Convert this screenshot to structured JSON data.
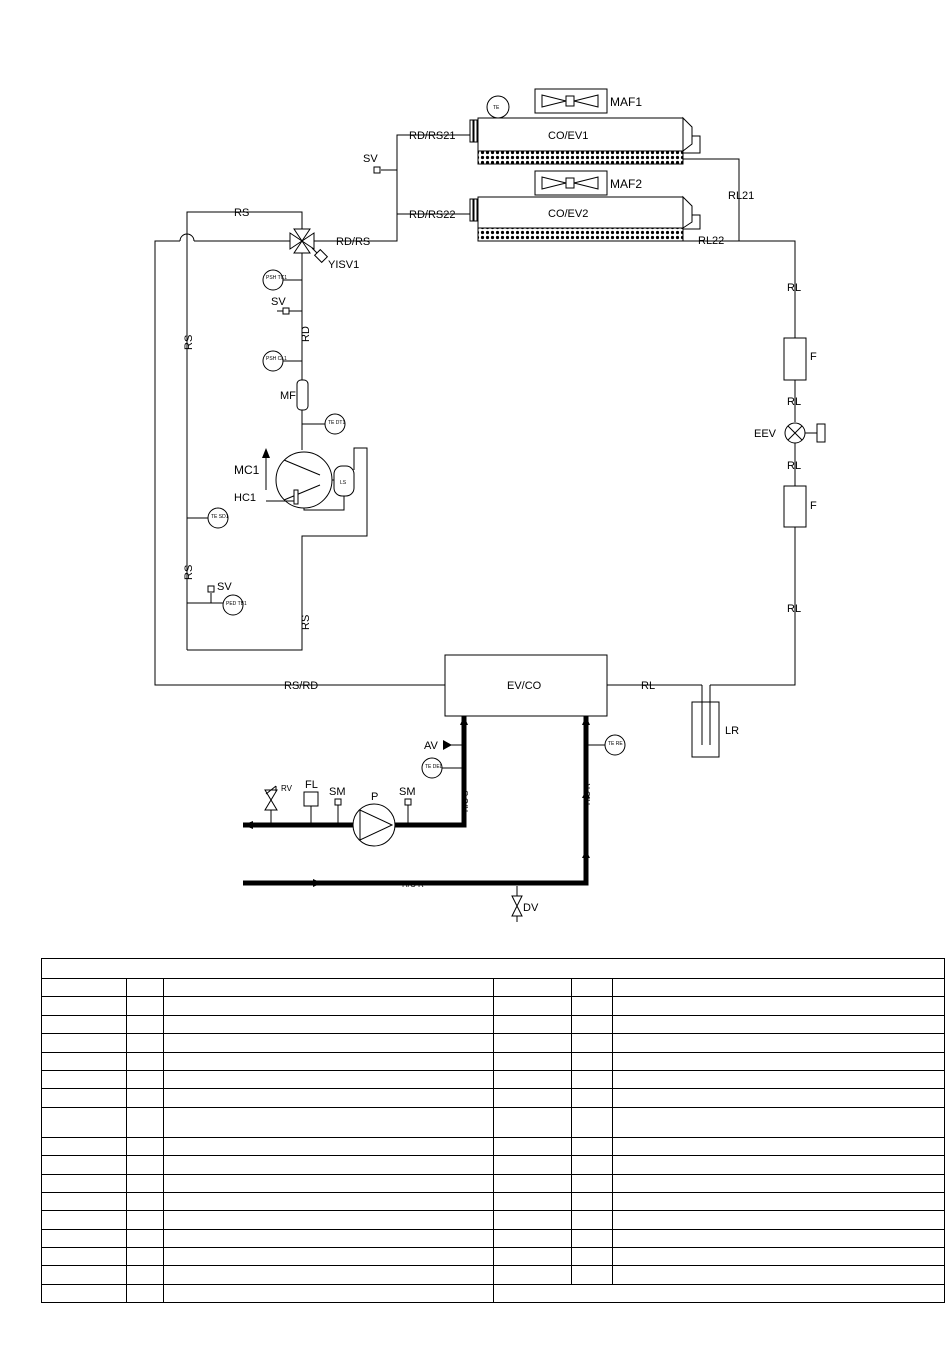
{
  "diagram": {
    "labels": {
      "te_top": "TE",
      "maf1": "MAF1",
      "maf2": "MAF2",
      "co_ev1": "CO/EV1",
      "co_ev2": "CO/EV2",
      "rd_rs21": "RD/RS21",
      "rd_rs22": "RD/RS22",
      "sv_top": "SV",
      "rs_top": "RS",
      "rd_rs": "RD/RS",
      "yisv1": "YISV1",
      "rl21": "RL21",
      "rl22": "RL22",
      "psh_top": "PSH TC1",
      "sv_mid": "SV",
      "rd": "RD",
      "rs_left_upper": "RS",
      "psh_mid": "PSH CL1",
      "mf": "MF",
      "te_dt1": "TE DT1",
      "mc1": "MC1",
      "hc1": "HC1",
      "ls": "LS",
      "te_sd1": "TE SD1",
      "rs_left_lower": "RS",
      "sv_low": "SV",
      "ped_tb1": "PED TB1",
      "rs_vertical": "RS",
      "rs_rd": "RS/RD",
      "ev_co": "EV/CO",
      "rl_bottom": "RL",
      "lr": "LR",
      "rl_right_1": "RL",
      "f_1": "F",
      "rl_right_2": "RL",
      "eev": "EEV",
      "rl_right_3": "RL",
      "f_2": "F",
      "rl_right_4": "RL",
      "av": "AV",
      "te_del": "TE DEL",
      "te_ret": "TE RE",
      "rv": "RV",
      "fl": "FL",
      "sm_left": "SM",
      "p": "P",
      "sm_right": "SM",
      "hc_s": "H/C S",
      "hc_r_vertical": "H/C R",
      "hc_r": "H/C R",
      "dv": "DV"
    }
  }
}
